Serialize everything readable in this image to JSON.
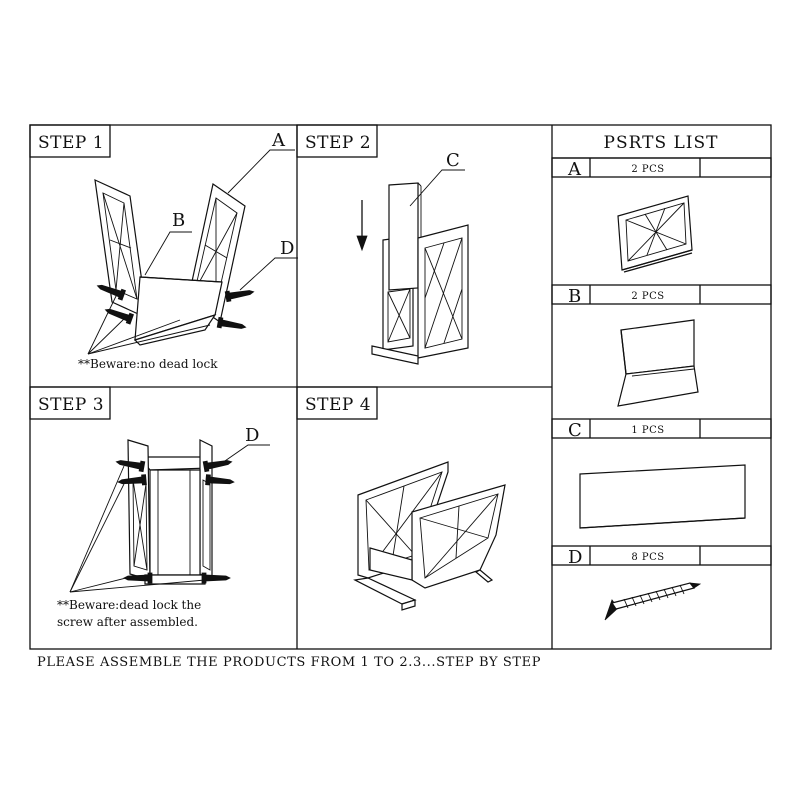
{
  "steps": [
    {
      "label": "STEP 1"
    },
    {
      "label": "STEP 2"
    },
    {
      "label": "STEP 3"
    },
    {
      "label": "STEP 4"
    }
  ],
  "step1": {
    "callout_a": "A",
    "callout_b": "B",
    "callout_d": "D",
    "note": "**Beware:no dead lock"
  },
  "step2": {
    "callout_c": "C"
  },
  "step3": {
    "callout_d": "D",
    "note_line1": "**Beware:dead lock the",
    "note_line2": "screw after assembled."
  },
  "parts_list": {
    "title": "PSRTS LIST",
    "items": [
      {
        "letter": "A",
        "qty": "2 PCS"
      },
      {
        "letter": "B",
        "qty": "2 PCS"
      },
      {
        "letter": "C",
        "qty": "1 PCS"
      },
      {
        "letter": "D",
        "qty": "8 PCS"
      }
    ]
  },
  "footer": "PLEASE ASSEMBLE THE PRODUCTS FROM 1 TO 2.3...STEP BY STEP"
}
